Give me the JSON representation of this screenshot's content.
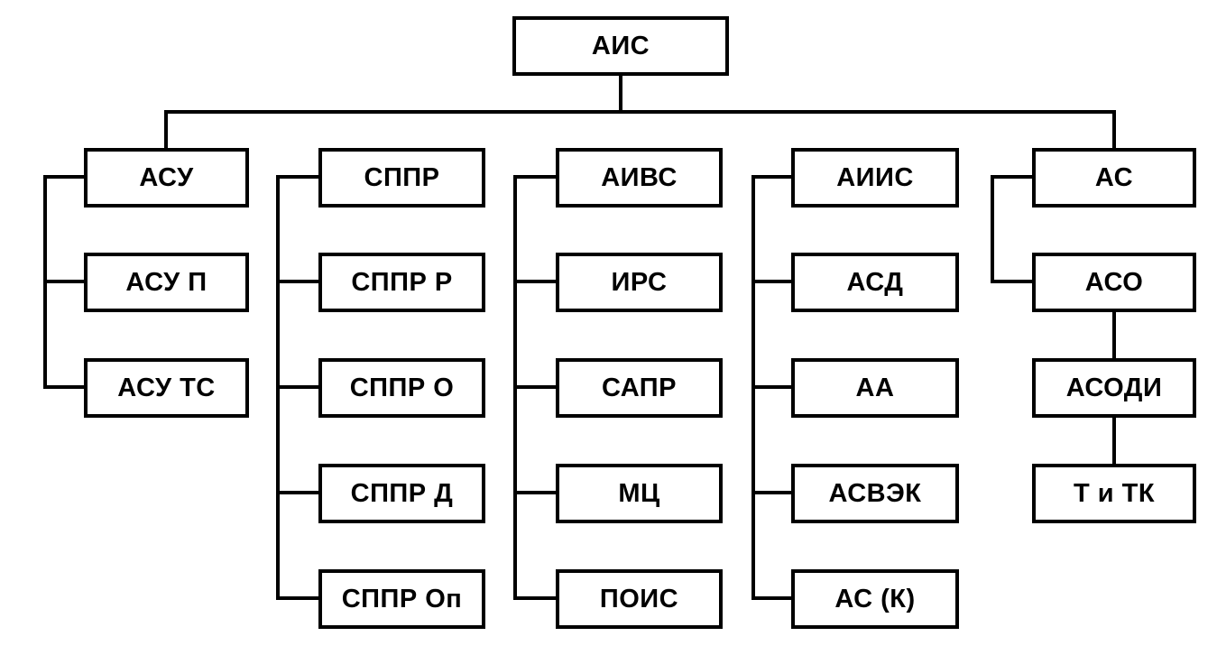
{
  "diagram": {
    "root": {
      "label": "АИС"
    },
    "columns": [
      {
        "items": [
          {
            "label": "АСУ"
          },
          {
            "label": "АСУ П"
          },
          {
            "label": "АСУ ТС"
          }
        ]
      },
      {
        "items": [
          {
            "label": "СППР"
          },
          {
            "label": "СППР Р"
          },
          {
            "label": "СППР О"
          },
          {
            "label": "СППР Д"
          },
          {
            "label": "СППР Оп"
          }
        ]
      },
      {
        "items": [
          {
            "label": "АИВС"
          },
          {
            "label": "ИРС"
          },
          {
            "label": "САПР"
          },
          {
            "label": "МЦ"
          },
          {
            "label": "ПОИС"
          }
        ]
      },
      {
        "items": [
          {
            "label": "АИИС"
          },
          {
            "label": "АСД"
          },
          {
            "label": "АА"
          },
          {
            "label": "АСВЭК"
          },
          {
            "label": "АС (К)"
          }
        ]
      },
      {
        "items": [
          {
            "label": "АС"
          },
          {
            "label": "АСО"
          },
          {
            "label": "АСОДИ"
          },
          {
            "label": "Т и ТК"
          }
        ]
      }
    ],
    "colors": {
      "line": "#000000",
      "background": "#ffffff",
      "text": "#000000"
    }
  }
}
